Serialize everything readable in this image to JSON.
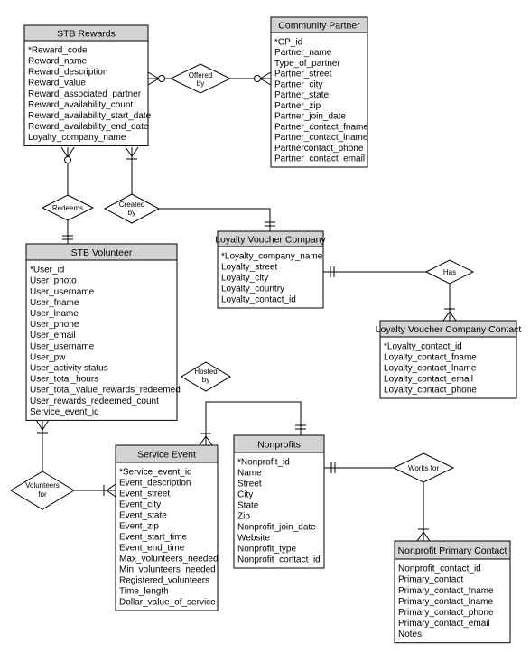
{
  "entities": {
    "stb_rewards": {
      "title": "STB Rewards",
      "attributes": [
        "*Reward_code",
        "Reward_name",
        "Reward_description",
        "Reward_value",
        "Reward_associated_partner",
        "Reward_availability_count",
        "Reward_availability_start_date",
        "Reward_availability_end_date",
        "Loyalty_company_name"
      ]
    },
    "community_partner": {
      "title": "Community Partner",
      "attributes": [
        "*CP_id",
        "Partner_name",
        "Type_of_partner",
        "Partner_street",
        "Partner_city",
        "Partner_state",
        "Partner_zip",
        "Partner_join_date",
        "Partner_contact_fname",
        "Partner_contact_lname",
        "Partnercontact_phone",
        "Partner_contact_email"
      ]
    },
    "loyalty_voucher_company": {
      "title": "Loyalty Voucher Company",
      "attributes": [
        "*Loyalty_company_name",
        "Loyalty_street",
        "Loyalty_city",
        "Loyalty_country",
        "Loyalty_contact_id"
      ]
    },
    "stb_volunteer": {
      "title": "STB Volunteer",
      "attributes": [
        "*User_id",
        "User_photo",
        "User_username",
        "User_fname",
        "User_lname",
        "User_phone",
        "User_email",
        "User_username",
        "User_pw",
        "User_activity status",
        "User_total_hours",
        "User_total_value_rewards_redeemed",
        "User_rewards_redeemed_count",
        "Service_event_id"
      ]
    },
    "loyalty_voucher_company_contact": {
      "title": "Loyalty Voucher Company Contact",
      "attributes": [
        "*Loyalty_contact_id",
        "Loyalty_contact_fname",
        "Loyalty_contact_lname",
        "Loyalty_contact_email",
        "Loyalty_contact_phone"
      ]
    },
    "service_event": {
      "title": "Service Event",
      "attributes": [
        "*Service_event_id",
        "Event_description",
        "Event_street",
        "Event_city",
        "Event_state",
        "Event_zip",
        "Event_start_time",
        "Event_end_time",
        "Max_volunteers_needed",
        "Min_volunteers_needed",
        "Registered_volunteers",
        "Time_length",
        "Dollar_value_of_service"
      ]
    },
    "nonprofits": {
      "title": "Nonprofits",
      "attributes": [
        "*Nonprofit_id",
        "Name",
        "Street",
        "City",
        "State",
        "Zip",
        "Nonprofit_join_date",
        "Website",
        "Nonprofit_type",
        "Nonprofit_contact_id"
      ]
    },
    "nonprofit_primary_contact": {
      "title": "Nonprofit Primary Contact",
      "attributes": [
        "Nonprofit_contact_id",
        "Primary_contact",
        "Primary_contact_fname",
        "Primary_contact_lname",
        "Primary_contact_phone",
        "Primary_contact_email",
        "Notes"
      ]
    }
  },
  "relationships": {
    "offered_by": [
      "Offered",
      "by"
    ],
    "redeems": [
      "Redeems"
    ],
    "created_by": [
      "Created",
      "by"
    ],
    "has": [
      "Has"
    ],
    "hosted_by": [
      "Hosted",
      "by"
    ],
    "volunteers_for": [
      "Volunteers",
      "for"
    ],
    "works_for": [
      "Works for"
    ]
  }
}
